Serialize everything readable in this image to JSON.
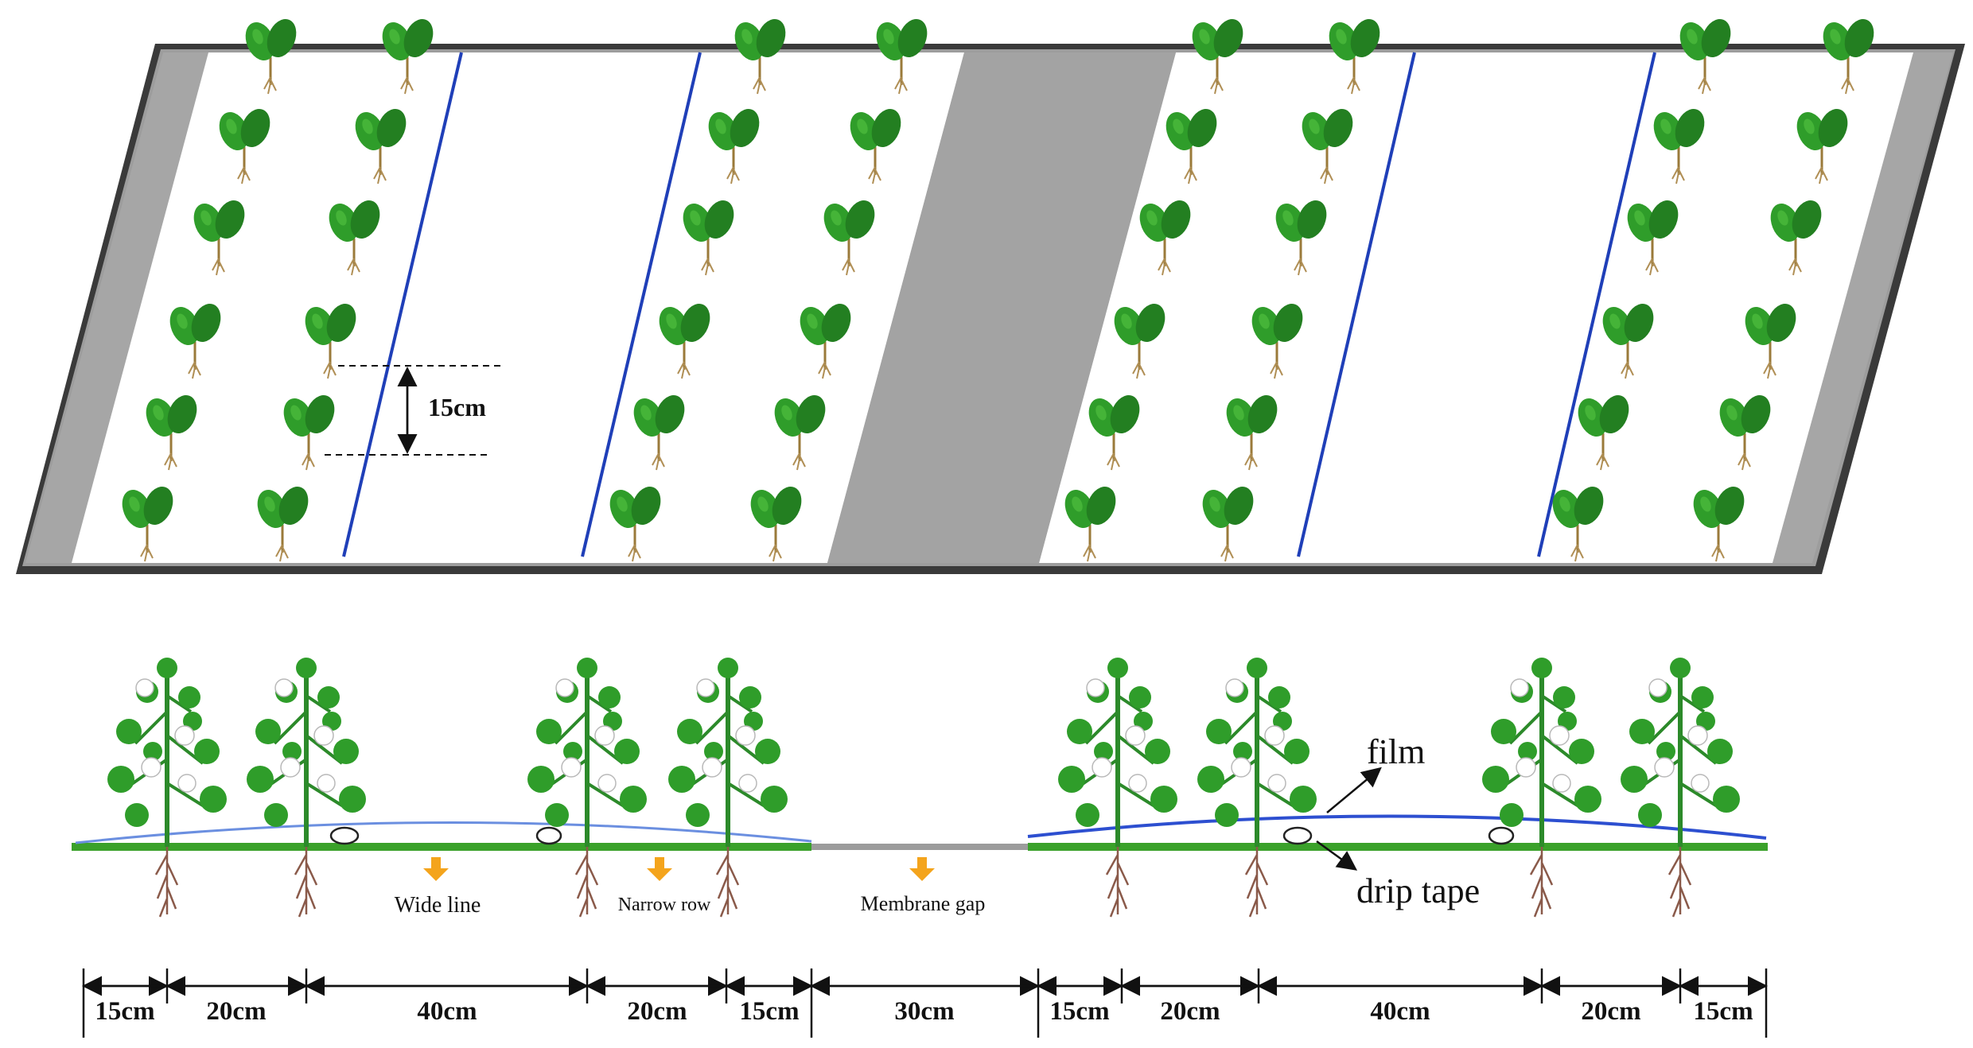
{
  "spacing_label": "15cm",
  "annotations": {
    "film": "film",
    "drip_tape": "drip tape",
    "wide_line": "Wide line",
    "narrow_row": "Narrow row",
    "membrane_gap": "Membrane gap"
  },
  "dimensions": [
    "15cm",
    "20cm",
    "40cm",
    "20cm",
    "15cm",
    "30cm",
    "15cm",
    "20cm",
    "40cm",
    "20cm",
    "15cm"
  ],
  "colors": {
    "drip_line": "#1f3fb8",
    "seedling": "#2f9d2a",
    "soil_surface": "#3aa12a",
    "film_edge": "#2d4fd0",
    "gap": "#9c9c9c",
    "arrow": "#f4a41c"
  }
}
